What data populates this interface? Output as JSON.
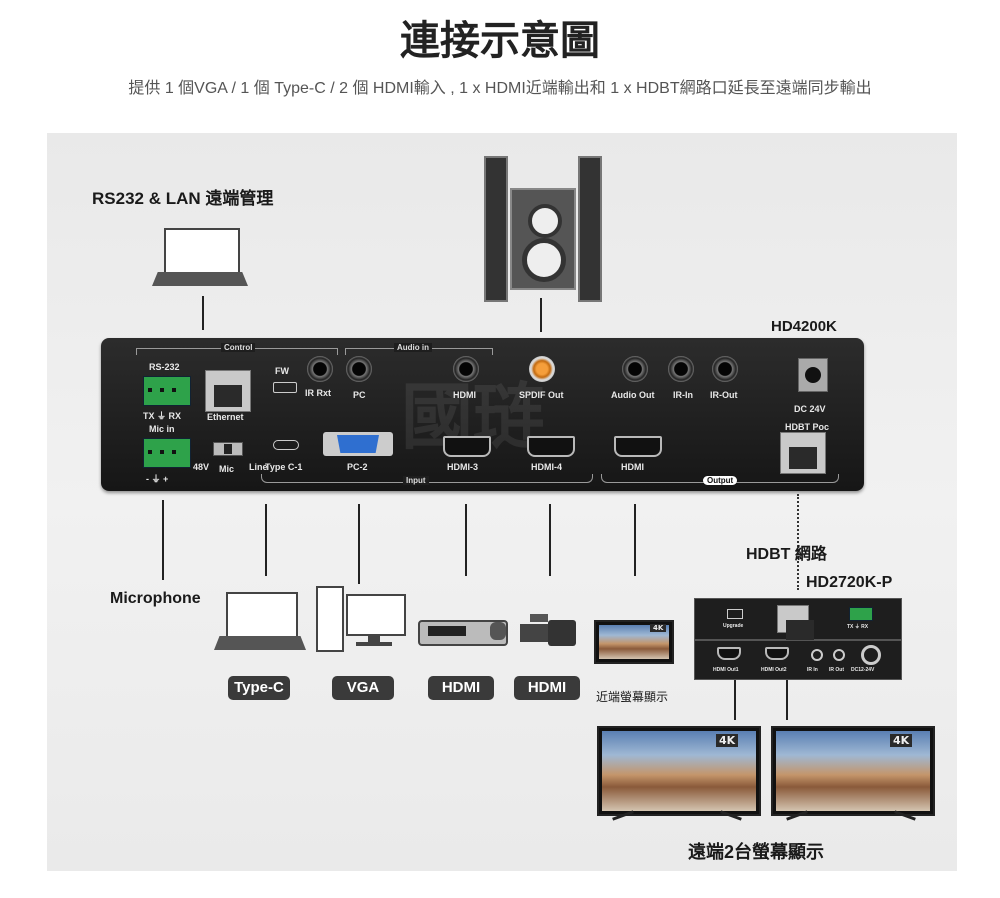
{
  "header": {
    "title": "連接示意圖",
    "subtitle": "提供 1 個VGA / 1 個 Type-C / 2 個 HDMI輸入 , 1 x HDMI近端輸出和 1 x HDBT網路口延長至遠端同步輸出"
  },
  "labels": {
    "rs232_lan": "RS232 & LAN 遠端管理",
    "device_name": "HD4200K",
    "hdbt_network": "HDBT 網路",
    "receiver_name": "HD2720K-P",
    "microphone": "Microphone",
    "near_display": "近端螢幕顯示",
    "remote_display": "遠端2台螢幕顯示"
  },
  "device": {
    "groups": {
      "control": "Control",
      "audio_in": "Audio in",
      "input": "Input",
      "output": "Output"
    },
    "ports": {
      "rs232": "RS-232",
      "tx_rx": "TX ⏚ RX",
      "ethernet": "Ethernet",
      "mic_in": "Mic in",
      "polarity": "-  ⏚  +",
      "v48": "48V",
      "mic": "Mic",
      "line": "Line",
      "fw": "FW",
      "ir_rxt": "IR Rxt",
      "pc": "PC",
      "hdmi": "HDMI",
      "spdif_out": "SPDIF Out",
      "audio_out": "Audio Out",
      "ir_in": "IR-In",
      "ir_out": "IR-Out",
      "dc24v": "DC 24V",
      "hdbt_poc": "HDBT Poc",
      "type_c1": "Type C-1",
      "pc2": "PC-2",
      "hdmi3": "HDMI-3",
      "hdmi4": "HDMI-4",
      "hdmi_out": "HDMI"
    },
    "watermark": "國琏"
  },
  "receiver": {
    "top": "TX ⏚ RX",
    "upgrade": "Upgrade",
    "b1": "HDMI Out1",
    "b2": "HDMI Out2",
    "b3": "IR In",
    "b4": "IR Out",
    "b5": "DC12-24V"
  },
  "sources": {
    "type_c": "Type-C",
    "vga": "VGA",
    "hdmi1": "HDMI",
    "hdmi2": "HDMI"
  },
  "badge": "4K",
  "colors": {
    "device_body": "#1e1e1e",
    "port_green": "#2ea24a",
    "vga_blue": "#2f6fd0",
    "label_bg": "#3a3a3a"
  }
}
